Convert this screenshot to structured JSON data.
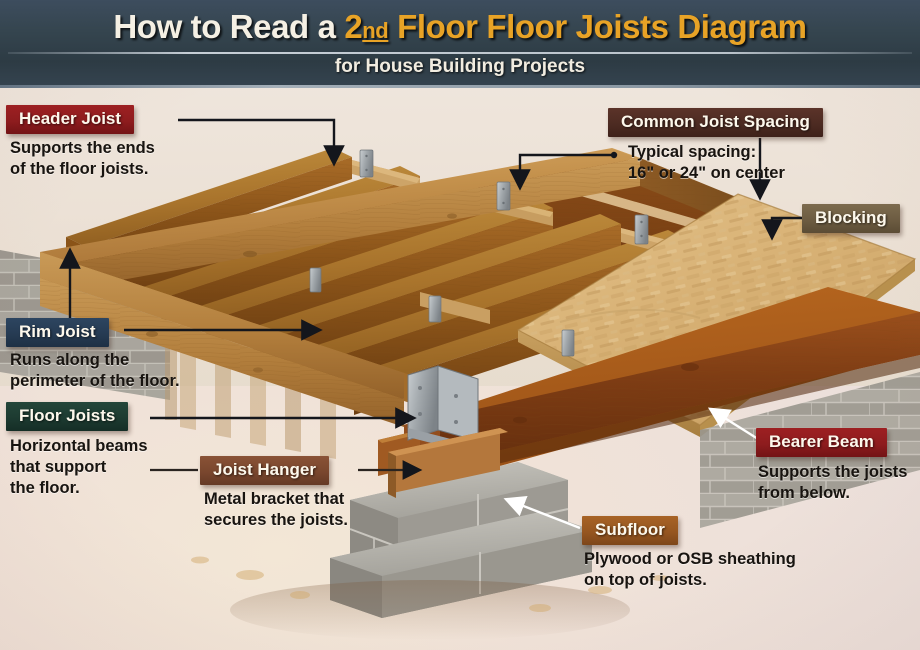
{
  "header": {
    "title_plain": "How to Read a ",
    "title_accent_pre": "2",
    "title_accent_ord": "nd",
    "title_accent_post": " Floor Floor Joists Diagram",
    "subtitle": "for House Building Projects",
    "bg_color": "#2d3b44",
    "accent_color": "#e8a326",
    "text_color": "#f5f0e4"
  },
  "callouts": [
    {
      "id": "header-joist",
      "label": "Header Joist",
      "desc_line1": "Supports the ends",
      "desc_line2": "of the floor joists.",
      "badge_color": "#8e1c1e"
    },
    {
      "id": "common-joist-spacing",
      "label": "Common Joist Spacing",
      "desc_line1": "Typical spacing:",
      "desc_line2": "16\" or 24\" on center",
      "badge_color": "#4d2b22"
    },
    {
      "id": "blocking",
      "label": "Blocking",
      "desc_line1": "",
      "desc_line2": "",
      "badge_color": "#6d5c42"
    },
    {
      "id": "rim-joist",
      "label": "Rim Joist",
      "desc_line1": "Runs along the",
      "desc_line2": "perimeter of the floor.",
      "badge_color": "#263b53"
    },
    {
      "id": "floor-joists",
      "label": "Floor Joists",
      "desc_line1": "Horizontal beams",
      "desc_line2": "that support",
      "desc_line3": "the floor.",
      "badge_color": "#1d3b31"
    },
    {
      "id": "joist-hanger",
      "label": "Joist Hanger",
      "desc_line1": "Metal bracket that",
      "desc_line2": "secures the joists.",
      "badge_color": "#7a472e"
    },
    {
      "id": "bearer-beam",
      "label": "Bearer Beam",
      "desc_line1": "Supports the joists",
      "desc_line2": "from below.",
      "badge_color": "#8e1c1e"
    },
    {
      "id": "subfloor",
      "label": "Subfloor",
      "desc_line1": "Plywood or OSB sheathing",
      "desc_line2": "on top of joists.",
      "badge_color": "#965620"
    }
  ],
  "diagram": {
    "type": "isometric-illustration",
    "subject": "2nd floor floor joist framing assembly",
    "parts": [
      "header joist",
      "rim joist",
      "floor joists",
      "blocking",
      "joist hangers",
      "bearer beam",
      "OSB subfloor panel",
      "concrete block pier",
      "concrete block foundation wall"
    ],
    "joist_count": 7,
    "colors": {
      "lumber_light": "#c89a57",
      "lumber_mid": "#a9702f",
      "lumber_dark": "#8a4b1d",
      "beam_dark": "#7d3c18",
      "osb": "#d8b073",
      "metal": "#9aa0a4",
      "block_gray": "#9d9b96"
    }
  },
  "background": {
    "base_color": "#efe3dc",
    "wall_color": "#eadfd2"
  }
}
